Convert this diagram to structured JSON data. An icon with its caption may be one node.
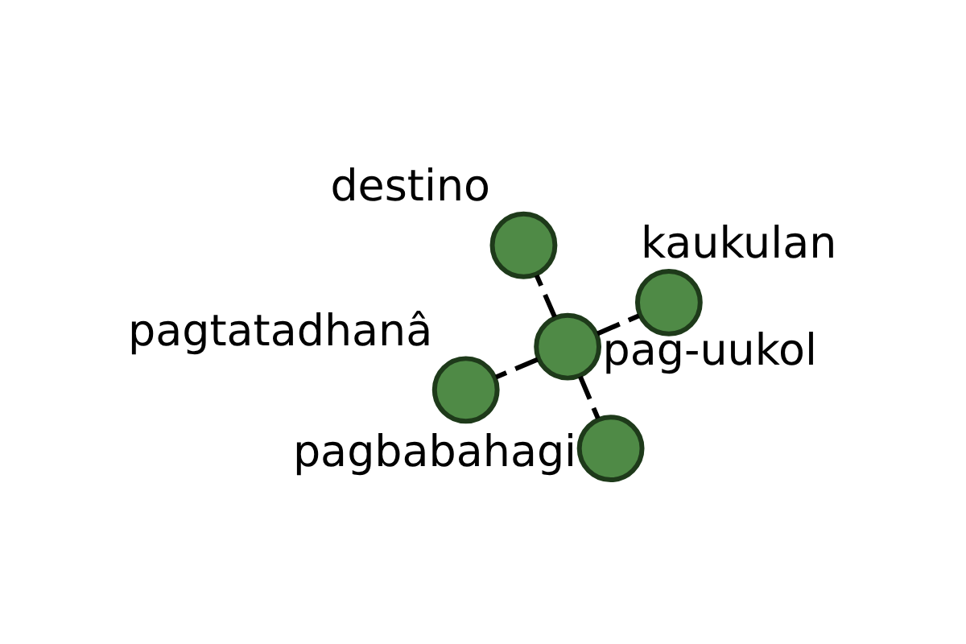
{
  "diagram": {
    "nodes": [
      {
        "text": [],
        "shape": "circle",
        "beside": [
          "pagtatadhanâ"
        ]
      },
      {
        "text": [],
        "shape": "circle",
        "beside": [
          "pag-uukol"
        ]
      },
      {
        "text": [],
        "shape": "circle",
        "beside": [
          "pagbabahagi"
        ]
      },
      {
        "text": [],
        "shape": "circle",
        "beside": [
          "destino"
        ]
      },
      {
        "text": [],
        "shape": "circle",
        "beside": [
          "kaukulan"
        ]
      }
    ],
    "edges": [
      {
        "from": 1,
        "to": 0,
        "arrow": "none",
        "style": "dashed"
      },
      {
        "from": 1,
        "to": 2,
        "arrow": "none",
        "style": "dashed"
      },
      {
        "from": 1,
        "to": 3,
        "arrow": "none",
        "style": "dashed"
      },
      {
        "from": 1,
        "to": 4,
        "arrow": "none",
        "style": "dashed"
      }
    ]
  }
}
